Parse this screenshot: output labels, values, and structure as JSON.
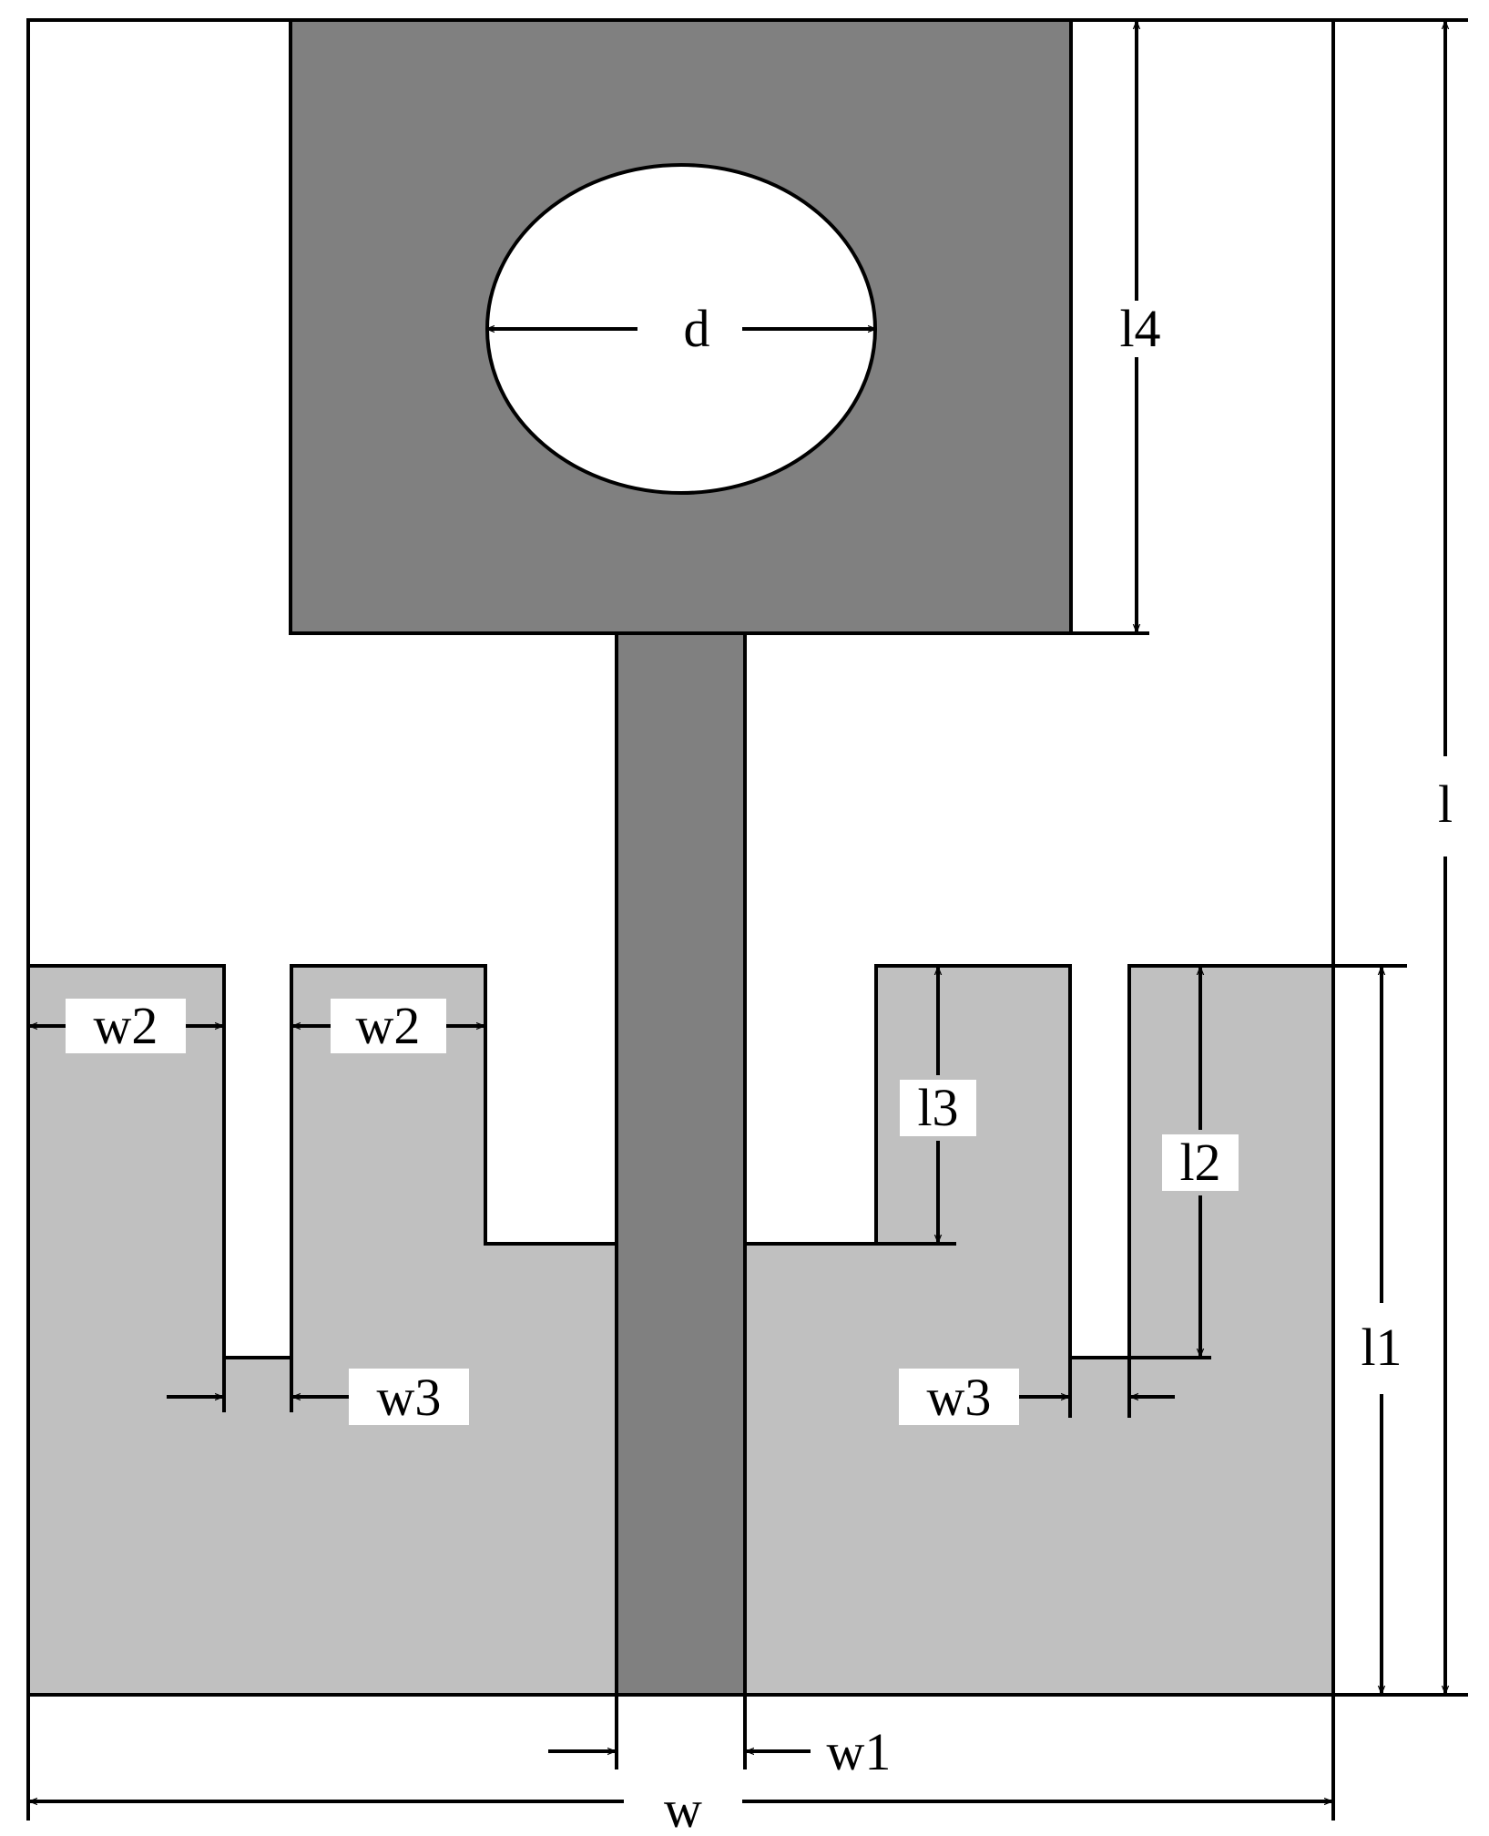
{
  "colors": {
    "substrate": "#ffffff",
    "patch": "#808080",
    "feedline": "#808080",
    "ground": "#c0c0c0",
    "outline": "#000000"
  },
  "labels": {
    "d": "d",
    "l4": "l4",
    "l": "l",
    "w2_left": "w2",
    "w2_right": "w2",
    "l3": "l3",
    "l2": "l2",
    "l1": "l1",
    "w3_left": "w3",
    "w3_right": "w3",
    "w1": "w1",
    "w": "w"
  }
}
